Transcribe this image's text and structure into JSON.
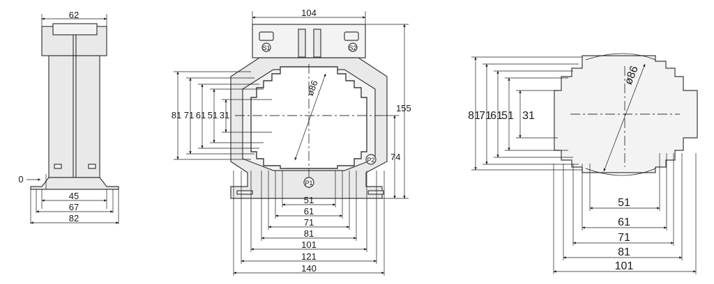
{
  "side_view": {
    "top_width": "62",
    "offset": "0",
    "inner_width": "45",
    "foot_inner": "67",
    "foot_outer": "82"
  },
  "front_view": {
    "top_width": "104",
    "hole_diameter": "ø86",
    "height_total": "155",
    "center_height": "74",
    "terminal_s1": "S1",
    "terminal_s2": "S2",
    "terminal_p1": "P1",
    "terminal_p2": "P2",
    "vertical_dims": [
      "81",
      "71",
      "61",
      "51",
      "31"
    ],
    "horizontal_dims": [
      "51",
      "61",
      "71",
      "81",
      "101",
      "121",
      "140"
    ]
  },
  "detail_view": {
    "hole_diameter": "ø86",
    "vertical_dims": [
      "81",
      "71",
      "61",
      "51",
      "31"
    ],
    "horizontal_dims": [
      "51",
      "61",
      "71",
      "81",
      "101"
    ]
  }
}
